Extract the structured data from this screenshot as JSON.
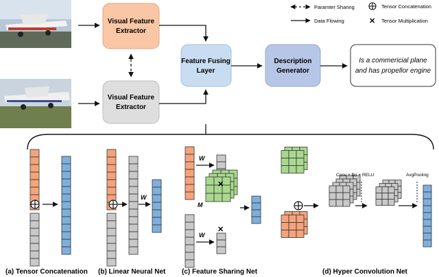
{
  "legend": {
    "sharing": "Paramter Sharing",
    "concat": "Tensor Concatenation",
    "flow": "Data Flowing",
    "mult": "Tensor Multiplication"
  },
  "blocks": {
    "extractor_top": [
      "Visual Feature",
      "Extractor"
    ],
    "extractor_bottom": [
      "Visual Feature",
      "Extractor"
    ],
    "fusing": [
      "Feature Fusing",
      "Layer"
    ],
    "generator": [
      "Description",
      "Generator"
    ],
    "output": [
      "Is a commericial plane",
      "and has propellor engine"
    ]
  },
  "panels": {
    "a": "(a) Tensor Concatenation",
    "b": "(b) Linear Neural Net",
    "c": "(c) Feature Sharing Net",
    "d": "(d) Hyper Convolution Net"
  },
  "labels": {
    "w": "W",
    "m": "M",
    "conv": "Conv + Bn + RELU",
    "avgpool": "AvgPooling"
  },
  "colors": {
    "orange": "#f4a37c",
    "blue": "#7fb0dc",
    "gray": "#c9c9c9",
    "green": "#a9d98f",
    "extractor_top": "#f9c7a6",
    "extractor_bottom": "#dedede",
    "fusing": "#c8ddf1",
    "generator": "#b7c6e6"
  }
}
